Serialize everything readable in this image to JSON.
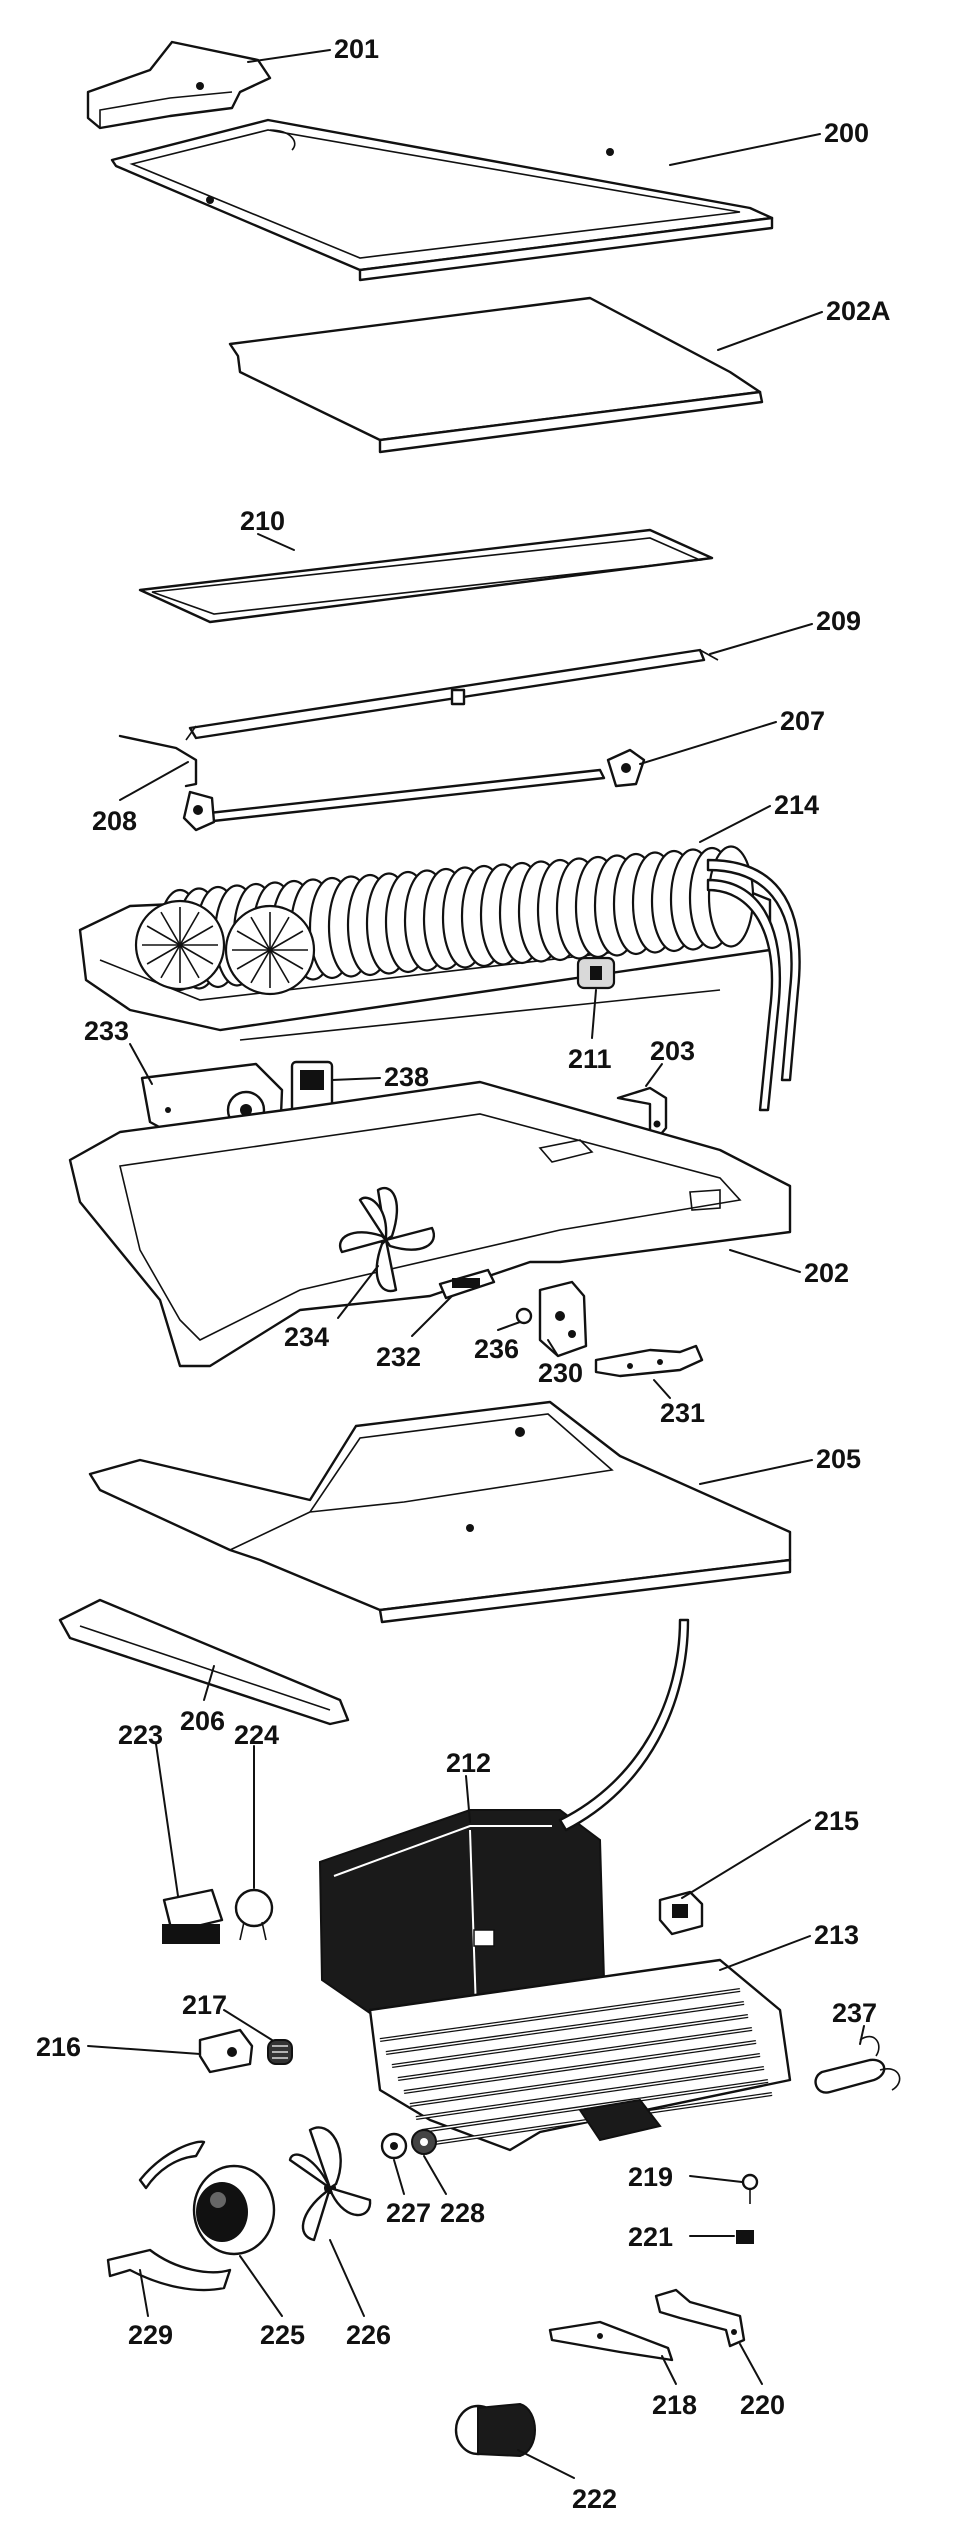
{
  "callouts": [
    {
      "key": "p201",
      "label": "201"
    },
    {
      "key": "p200",
      "label": "200"
    },
    {
      "key": "p202A",
      "label": "202A"
    },
    {
      "key": "p210",
      "label": "210"
    },
    {
      "key": "p209",
      "label": "209"
    },
    {
      "key": "p207",
      "label": "207"
    },
    {
      "key": "p208",
      "label": "208"
    },
    {
      "key": "p214",
      "label": "214"
    },
    {
      "key": "p211",
      "label": "211"
    },
    {
      "key": "p203",
      "label": "203"
    },
    {
      "key": "p233",
      "label": "233"
    },
    {
      "key": "p238",
      "label": "238"
    },
    {
      "key": "p202",
      "label": "202"
    },
    {
      "key": "p234",
      "label": "234"
    },
    {
      "key": "p232",
      "label": "232"
    },
    {
      "key": "p236",
      "label": "236"
    },
    {
      "key": "p230",
      "label": "230"
    },
    {
      "key": "p231",
      "label": "231"
    },
    {
      "key": "p205",
      "label": "205"
    },
    {
      "key": "p206",
      "label": "206"
    },
    {
      "key": "p212",
      "label": "212"
    },
    {
      "key": "p223",
      "label": "223"
    },
    {
      "key": "p224",
      "label": "224"
    },
    {
      "key": "p215",
      "label": "215"
    },
    {
      "key": "p213",
      "label": "213"
    },
    {
      "key": "p217",
      "label": "217"
    },
    {
      "key": "p216",
      "label": "216"
    },
    {
      "key": "p237",
      "label": "237"
    },
    {
      "key": "p227",
      "label": "227"
    },
    {
      "key": "p228",
      "label": "228"
    },
    {
      "key": "p219",
      "label": "219"
    },
    {
      "key": "p221",
      "label": "221"
    },
    {
      "key": "p229",
      "label": "229"
    },
    {
      "key": "p225",
      "label": "225"
    },
    {
      "key": "p226",
      "label": "226"
    },
    {
      "key": "p218",
      "label": "218"
    },
    {
      "key": "p220",
      "label": "220"
    },
    {
      "key": "p222",
      "label": "222"
    }
  ]
}
